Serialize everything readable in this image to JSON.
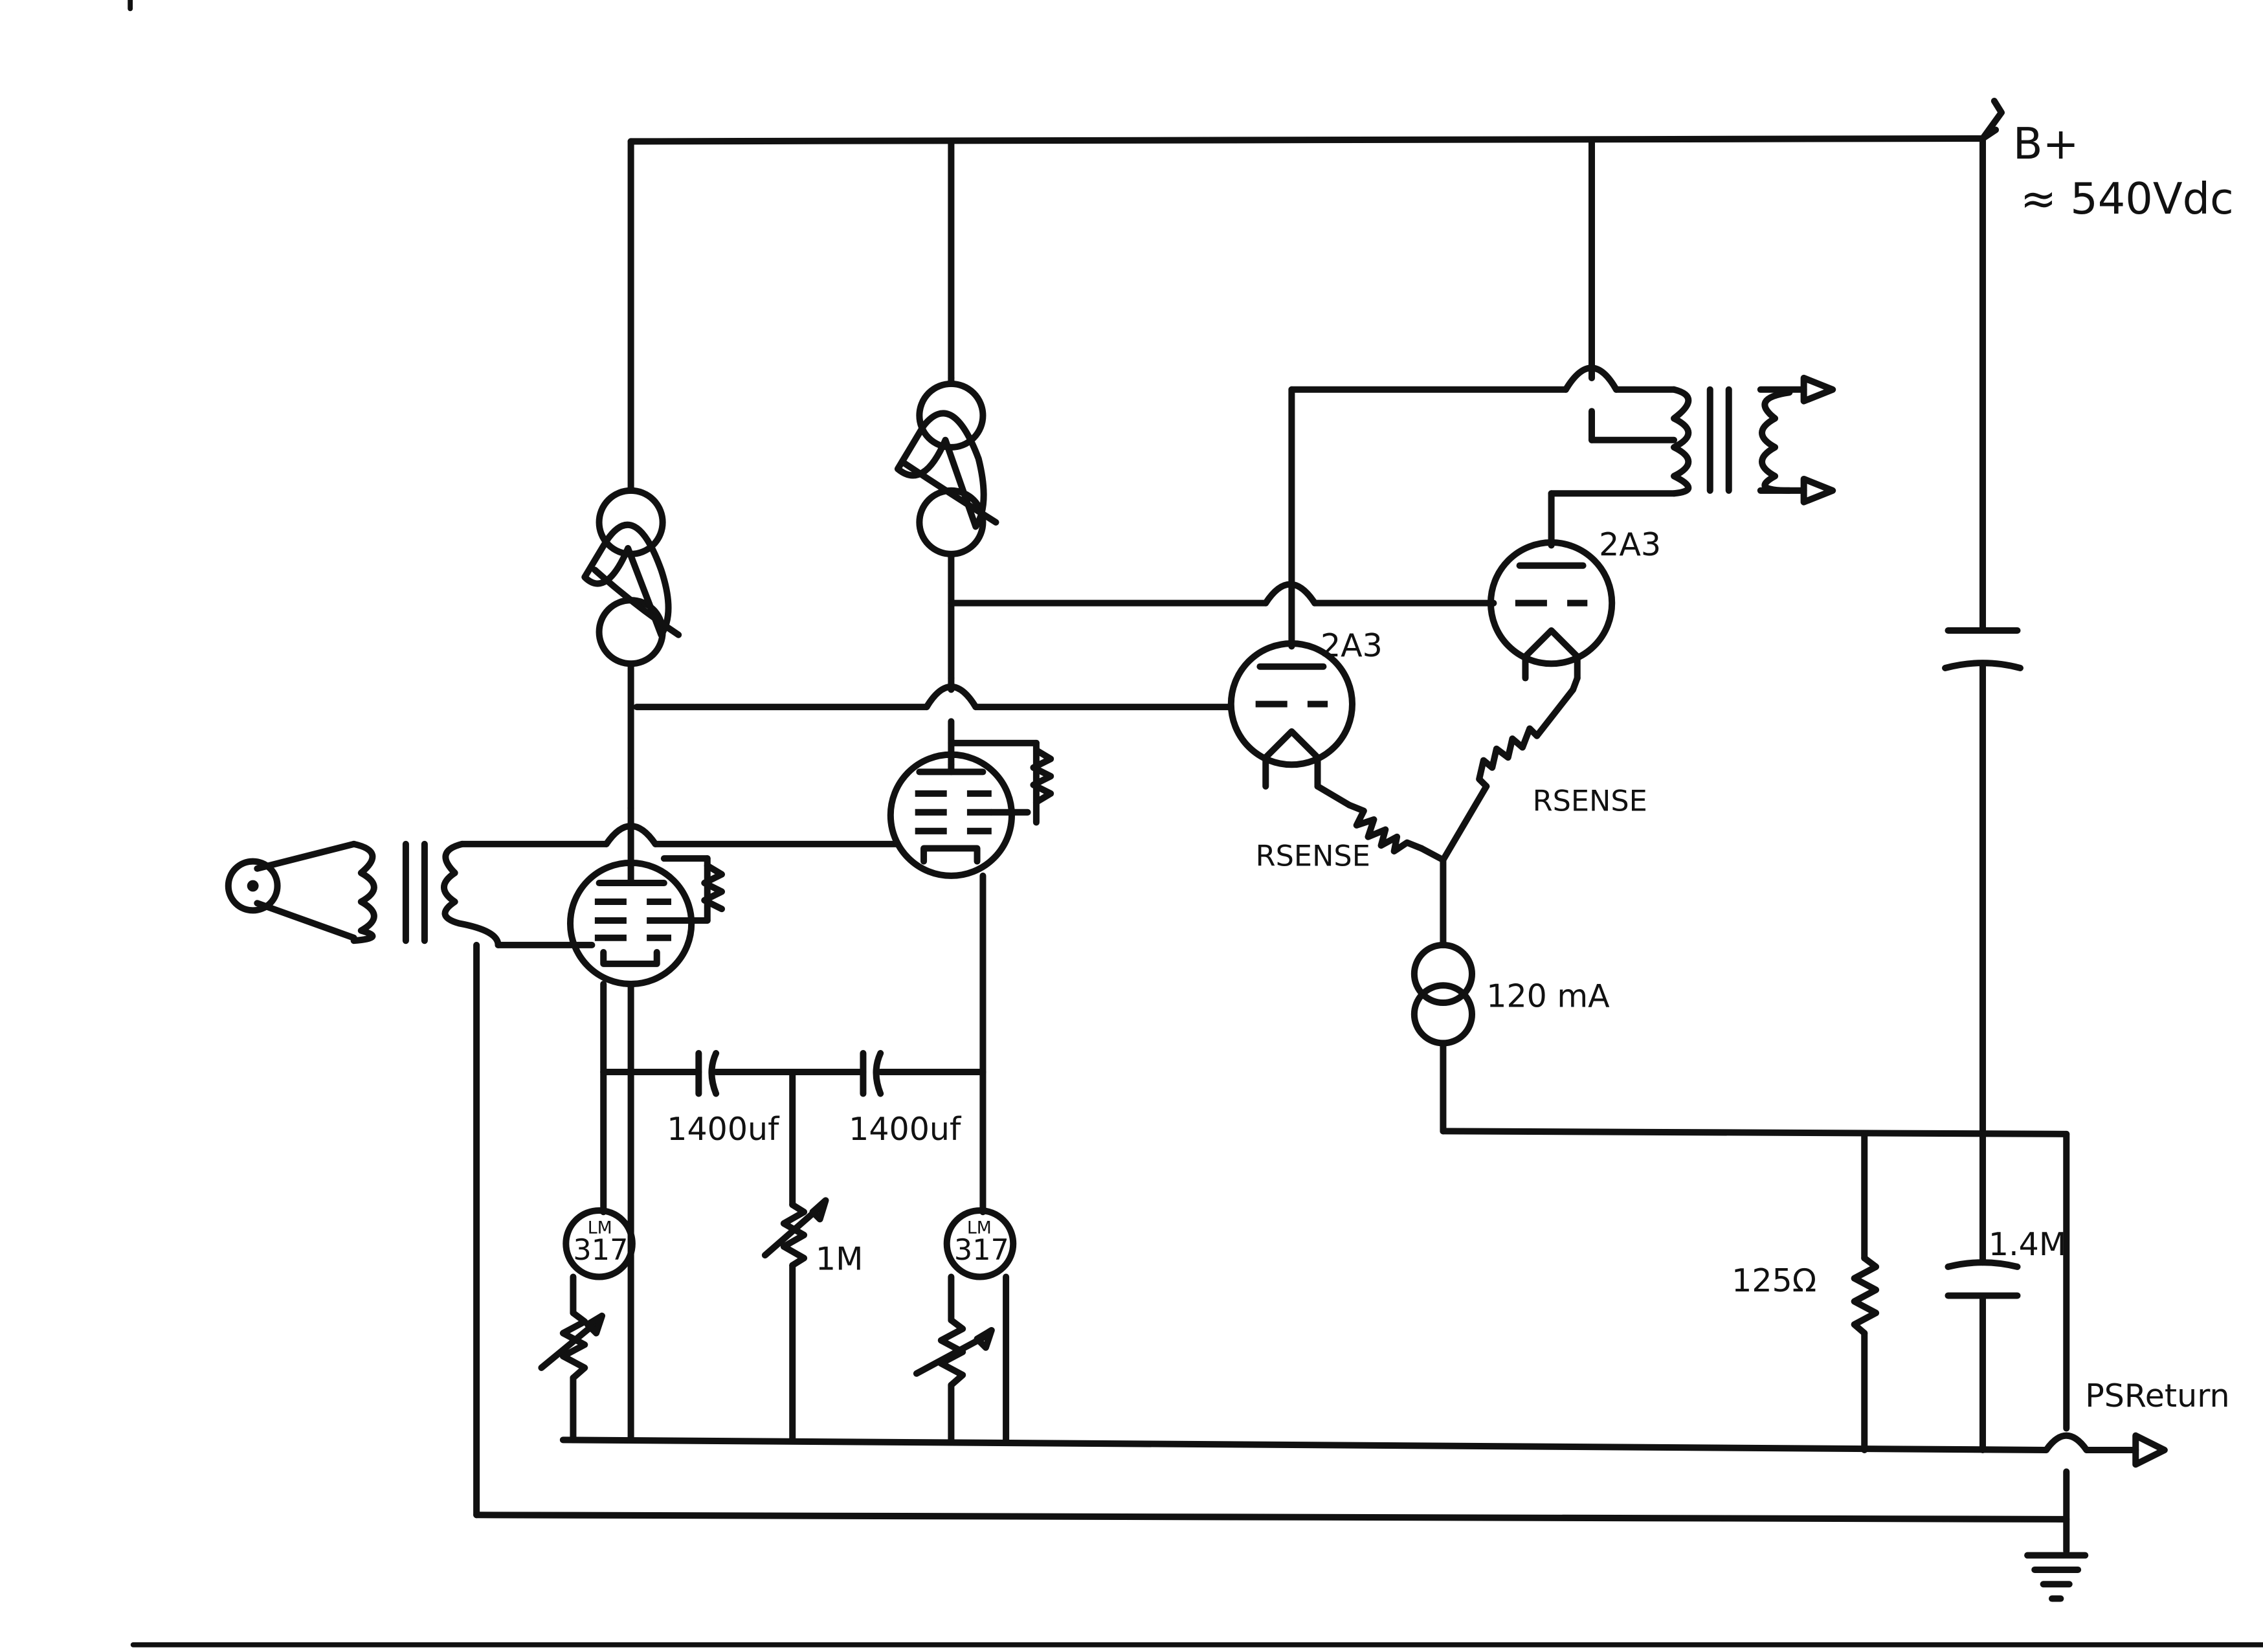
{
  "supply": {
    "label": "B+",
    "voltage": "≈ 540Vdc"
  },
  "tubes": {
    "driver_left": "2A3",
    "output_right": "2A3"
  },
  "sense_resistors": {
    "left": "RSENSE",
    "right": "RSENSE"
  },
  "current_source": "120 mA",
  "coupling_caps": {
    "left": "1400uf",
    "right": "1400uf"
  },
  "regulators": {
    "left_top": "LM",
    "left_bottom": "317",
    "right_top": "LM",
    "right_bottom": "317"
  },
  "pot_label": "1M",
  "bottom_resistor": "125Ω",
  "bottom_cap": "1.4M",
  "return_label": "PSReturn"
}
